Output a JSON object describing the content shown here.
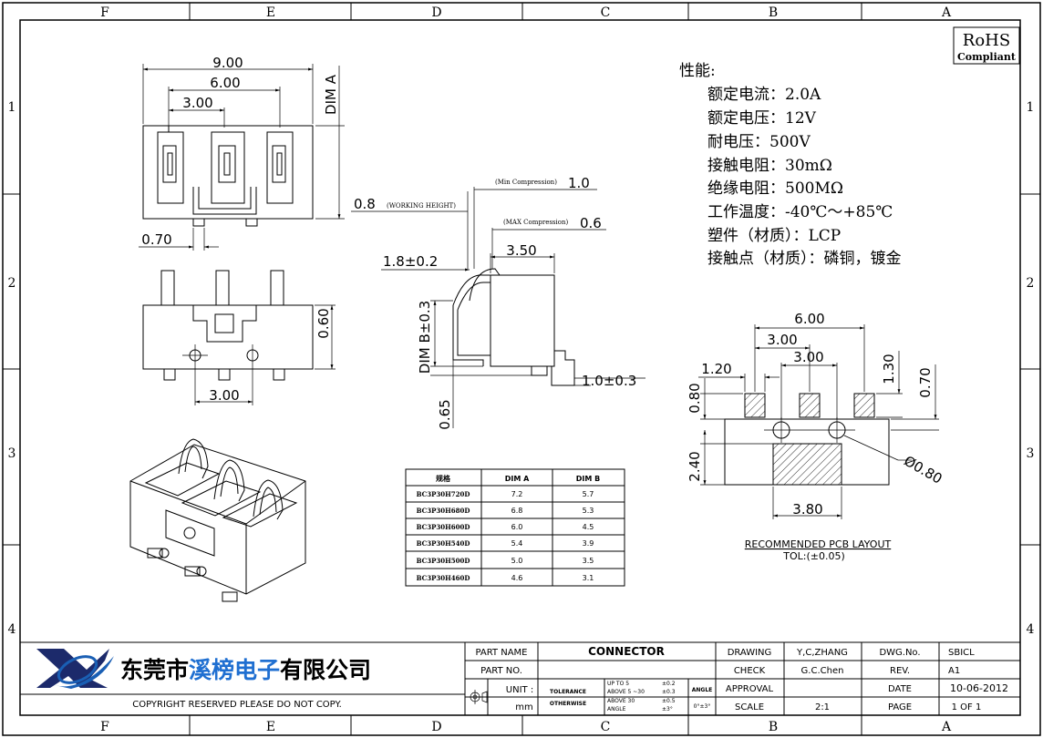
{
  "zones": {
    "columns": [
      "F",
      "E",
      "D",
      "C",
      "B",
      "A"
    ],
    "rows": [
      "1",
      "2",
      "3",
      "4"
    ]
  },
  "rohs": {
    "title": "RoHS",
    "subtitle": "Compliant"
  },
  "properties": {
    "heading": "性能:",
    "lines": [
      "额定电流：2.0A",
      "额定电压：12V",
      "耐电压：500V",
      "接触电阻：30mΩ",
      "绝缘电阻：500MΩ",
      "工作温度：-40℃～+85℃",
      "塑件（材质）：LCP",
      "接触点（材质）：磷铜，镀金"
    ]
  },
  "front_view": {
    "dim_overall": "9.00",
    "dim_outer_pins": "6.00",
    "dim_pitch": "3.00",
    "dim_a_label": "DIM A",
    "dim_tab": "0.70"
  },
  "bottom_view": {
    "dim_pitch": "3.00",
    "dim_right": "0.60"
  },
  "side_view": {
    "min_compression_label": "(Min Compression)",
    "min_compression_value": "1.0",
    "working_height_value": "0.8",
    "working_height_label": "(WORKING HEIGHT)",
    "max_compression_label": "(MAX Compression)",
    "max_compression_value": "0.6",
    "dim_contact": "1.8±0.2",
    "dim_width": "3.50",
    "dim_b_label": "DIM B±0.3",
    "dim_peg": "0.65",
    "dim_tail": "1.0±0.3"
  },
  "table": {
    "headers": [
      "规格",
      "DIM A",
      "DIM B"
    ],
    "rows": [
      [
        "BC3P30H720D",
        "7.2",
        "5.7"
      ],
      [
        "BC3P30H680D",
        "6.8",
        "5.3"
      ],
      [
        "BC3P30H600D",
        "6.0",
        "4.5"
      ],
      [
        "BC3P30H540D",
        "5.4",
        "3.9"
      ],
      [
        "BC3P30H500D",
        "5.0",
        "3.5"
      ],
      [
        "BC3P30H460D",
        "4.6",
        "3.1"
      ]
    ]
  },
  "pcb_layout": {
    "dim_overall": "6.00",
    "dim_pitch_a": "3.00",
    "dim_pitch_b": "3.00",
    "dim_pad_w": "1.20",
    "dim_pad_h": "1.30",
    "dim_right": "0.70",
    "dim_left": "0.80",
    "dim_hole": "Ø0.80",
    "dim_height": "2.40",
    "dim_bottom": "3.80",
    "caption": "RECOMMENDED PCB LAYOUT",
    "tolerance": "TOL:(±0.05)"
  },
  "title_block": {
    "company": "东莞市溪榜电子有限公司",
    "company_plain_1": "东莞市",
    "company_accent": "溪榜电子",
    "company_plain_2": "有限公司",
    "copyright": "COPYRIGHT RESERVED PLEASE DO NOT COPY.",
    "part_name_label": "PART NAME",
    "part_name_value": "CONNECTOR",
    "part_no_label": "PART NO.",
    "unit_label": "UNIT :",
    "unit_value": "mm",
    "tolerance_label": "TOLERANCE",
    "otherwise_label": "OTHERWISE",
    "tol_row1_range": "UP TO 5",
    "tol_row1_val": "±0.2",
    "tol_row2_range": "ABOVE 5 ~30",
    "tol_row2_val": "±0.3",
    "tol_row3_range": "ABOVE 30",
    "tol_row3_val": "±0.5",
    "tol_angle_range": "ANGLE",
    "tol_angle_val": "±3°",
    "angle_label": "ANGLE",
    "angle_value": "0°±3°",
    "drawing_label": "DRAWING",
    "drawing_value": "Y,C,ZHANG",
    "check_label": "CHECK",
    "check_value": "G.C.Chen",
    "approval_label": "APPROVAL",
    "scale_label": "SCALE",
    "scale_value": "2:1",
    "dwg_no_label": "DWG.No.",
    "dwg_no_value": "SBICL",
    "rev_label": "REV.",
    "rev_value": "A1",
    "date_label": "DATE",
    "date_value": "10-06-2012",
    "page_label": "PAGE",
    "page_value": "1 OF 1"
  },
  "colors": {
    "line": "#000000",
    "accent_text": "#1f6fd1",
    "logo_blue": "#1a5fb4",
    "logo_dark": "#1c2a6b"
  }
}
